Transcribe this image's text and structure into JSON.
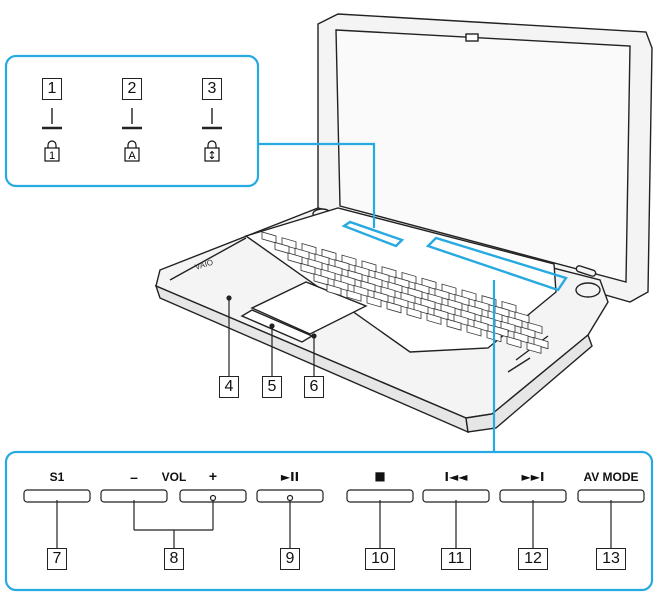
{
  "brand_logo_text": "VAIO",
  "indicators": [
    {
      "number": "1",
      "icon": "num-lock-icon",
      "glyph": "1"
    },
    {
      "number": "2",
      "icon": "caps-lock-icon",
      "glyph": "A"
    },
    {
      "number": "3",
      "icon": "scroll-lock-icon",
      "glyph": "↕"
    }
  ],
  "touchpad_callouts": [
    "4",
    "5",
    "6"
  ],
  "media_buttons": [
    {
      "number": "7",
      "label": "S1"
    },
    {
      "number": "8",
      "label_minus": "–",
      "label_mid": "VOL",
      "label_plus": "+"
    },
    {
      "number": "9",
      "label": "►II"
    },
    {
      "number": "10",
      "label": "■"
    },
    {
      "number": "11",
      "label": "I◄◄"
    },
    {
      "number": "12",
      "label": "►►I"
    },
    {
      "number": "13",
      "label": "AV MODE"
    }
  ],
  "colors": {
    "highlight": "#27a9e1",
    "line": "#222222",
    "laptop_fill": "#f2f2f2"
  }
}
